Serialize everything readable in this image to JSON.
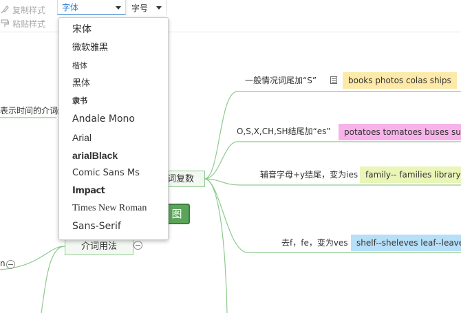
{
  "toolbar": {
    "copy_style": "复制样式",
    "paste_style": "粘贴样式",
    "font_family": {
      "value": "字体"
    },
    "font_size": {
      "value": "字号"
    }
  },
  "font_menu": {
    "items": [
      "宋体",
      "微软雅黑",
      "楷体",
      "黑体",
      "隶书",
      "Andale Mono",
      "Arial",
      "arialBlack",
      "Comic Sans Ms",
      "Impact",
      "Times New Roman",
      "Sans-Serif"
    ]
  },
  "mindmap": {
    "left_node_time": "表示时间的介词",
    "plural_node_suffix": "词复数",
    "center_node_suffix": "图",
    "prep_usage": "介词用法",
    "rule_s": "一般情况词尾加“S”",
    "rule_es": "O,S,X,CH,SH结尾加“es”",
    "rule_ies": "辅音字母+y结尾，变为ies",
    "rule_ves": "去f，fe，变为ves",
    "ex_s": "books photos colas ships",
    "ex_es": "potatoes tomatoes buses sunc",
    "ex_ies": "family-- families library--",
    "ex_ves": "shelf--sheleves leaf--leaves"
  },
  "colors": {
    "accent": "#2d7dd2",
    "line": "#8dc98d",
    "badge_s": "#fde9a8",
    "badge_es": "#f7b3e9",
    "badge_ies": "#eaf5b8",
    "badge_ves": "#b7dff7",
    "center_node": "#5aa55a"
  }
}
